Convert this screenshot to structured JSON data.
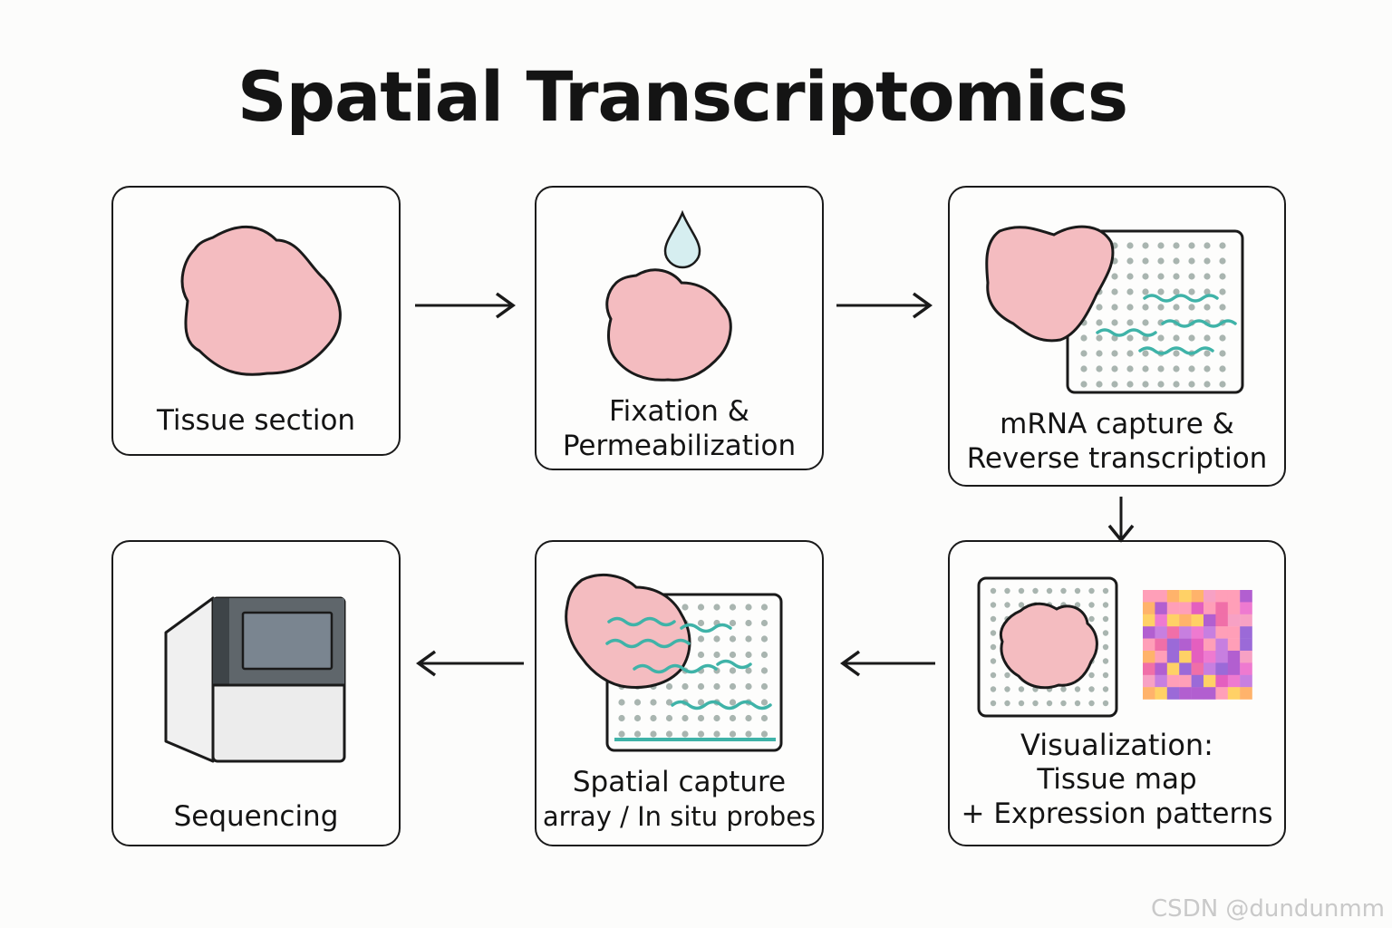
{
  "title": "Spatial Transcriptomics",
  "steps": {
    "tissue": {
      "label": "Tissue section"
    },
    "fixation": {
      "line1": "Fixation &",
      "line2": "Permeabilization"
    },
    "capture": {
      "line1": "mRNA capture &",
      "line2": "Reverse transcription"
    },
    "visualization": {
      "line1": "Visualization:",
      "line2": "Tissue map",
      "line3": "+ Expression patterns"
    },
    "spatial": {
      "line1": "Spatial capture",
      "line2": "array / In situ probes"
    },
    "sequencing": {
      "label": "Sequencing"
    }
  },
  "watermark": "CSDN @dundunmm",
  "colors": {
    "tissue_fill": "#f4bcc0",
    "outline": "#1a1a1a",
    "probe_teal": "#3fb3a8",
    "array_dot": "#a9b5b0",
    "droplet": "#d6eef0",
    "sequencer_screen": "#7a8590",
    "sequencer_body": "#e8e8e8"
  }
}
